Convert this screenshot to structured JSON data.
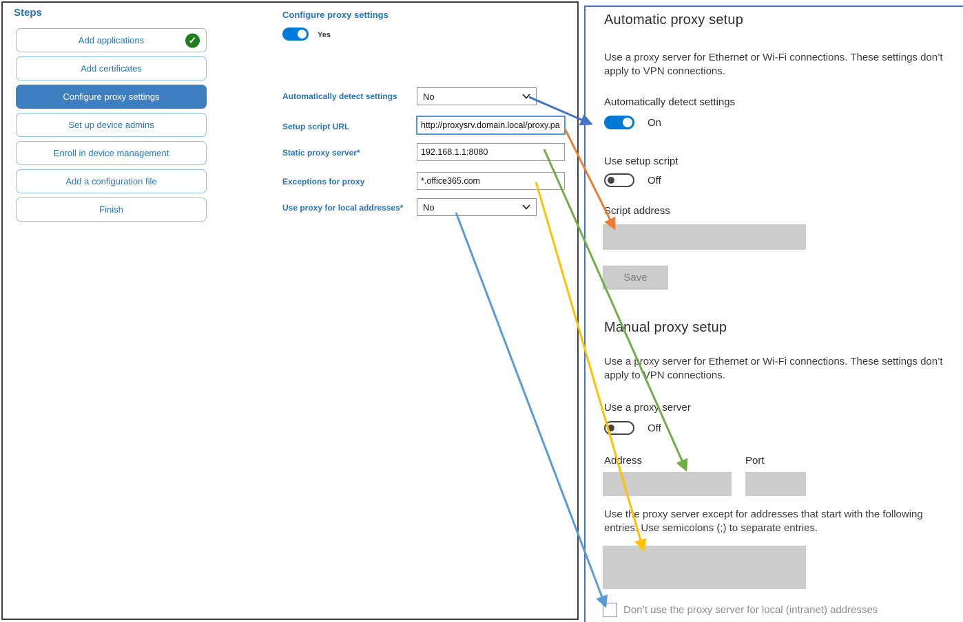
{
  "sidebar": {
    "title": "Steps",
    "items": [
      {
        "label": "Add applications",
        "completed": true
      },
      {
        "label": "Add certificates"
      },
      {
        "label": "Configure proxy settings",
        "active": true
      },
      {
        "label": "Set up device admins"
      },
      {
        "label": "Enroll in device management"
      },
      {
        "label": "Add a configuration file"
      },
      {
        "label": "Finish"
      }
    ],
    "check_icon": "✓"
  },
  "form": {
    "title": "Configure proxy settings",
    "enabled_toggle_label": "Yes",
    "fields": [
      {
        "label": "Automatically detect settings",
        "type": "select",
        "value": "No"
      },
      {
        "label": "Setup script URL",
        "type": "text",
        "value": "http://proxysrv.domain.local/proxy.pa"
      },
      {
        "label": "Static proxy server*",
        "type": "text",
        "value": "192.168.1.1:8080"
      },
      {
        "label": "Exceptions for proxy",
        "type": "text",
        "value": "*.office365.com"
      },
      {
        "label": "Use proxy for local addresses*",
        "type": "select",
        "value": "No"
      }
    ]
  },
  "settings_panel": {
    "automatic": {
      "heading": "Automatic proxy setup",
      "description": "Use a proxy server for Ethernet or Wi-Fi connections. These settings don’t apply to VPN connections.",
      "detect_label": "Automatically detect settings",
      "detect_state": "On",
      "script_toggle_label": "Use setup script",
      "script_toggle_state": "Off",
      "script_address_label": "Script address",
      "save_label": "Save"
    },
    "manual": {
      "heading": "Manual proxy setup",
      "description": "Use a proxy server for Ethernet or Wi-Fi connections. These settings don’t apply to VPN connections.",
      "proxy_toggle_label": "Use a proxy server",
      "proxy_toggle_state": "Off",
      "address_label": "Address",
      "port_label": "Port",
      "exceptions_description": "Use the proxy server except for addresses that start with the following entries. Use semicolons (;) to separate entries.",
      "local_checkbox_label": "Don’t use the proxy server for local (intranet) addresses"
    }
  },
  "annotations": {
    "arrows": [
      {
        "name": "detect-settings-mapping",
        "color": "#4472C4"
      },
      {
        "name": "setup-script-mapping",
        "color": "#ED7D31"
      },
      {
        "name": "static-proxy-mapping",
        "color": "#70AD47"
      },
      {
        "name": "exceptions-mapping",
        "color": "#FFC000"
      },
      {
        "name": "local-addresses-mapping",
        "color": "#5B9BD5"
      }
    ]
  },
  "colors": {
    "accent_blue": "#0078d7",
    "active_step": "#3d7fc1",
    "panel_border": "#4472c4",
    "label_blue": "#2a72bd",
    "check_green": "#1e7e1e",
    "field_gray": "#cccccc"
  }
}
